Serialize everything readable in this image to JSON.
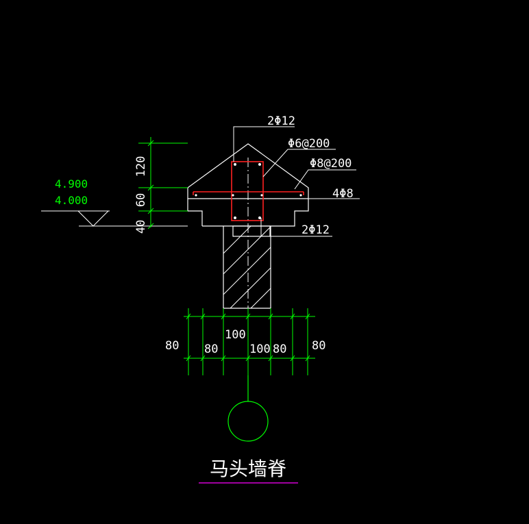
{
  "drawing": {
    "title": "马头墙脊"
  },
  "elevations": {
    "top": "4.900",
    "bottom": "4.000"
  },
  "vertical_dims": {
    "d120": "120",
    "d60": "60",
    "d40": "40"
  },
  "rebar_labels": {
    "top_bars": "2Φ12",
    "stirrup": "Φ6@200",
    "distribution": "Φ8@200",
    "long_bars": "4Φ8",
    "bottom_bars": "2Φ12"
  },
  "horizontal_dims": {
    "left_outer": "80",
    "left_inner": "80",
    "center_left": "100",
    "center_right": "100",
    "right_inner": "80",
    "right_outer": "80"
  },
  "colors": {
    "background": "#000000",
    "line": "#ffffff",
    "dimension": "#00ff00",
    "rebar": "#ff0000",
    "title_underline": "#ff00ff"
  }
}
